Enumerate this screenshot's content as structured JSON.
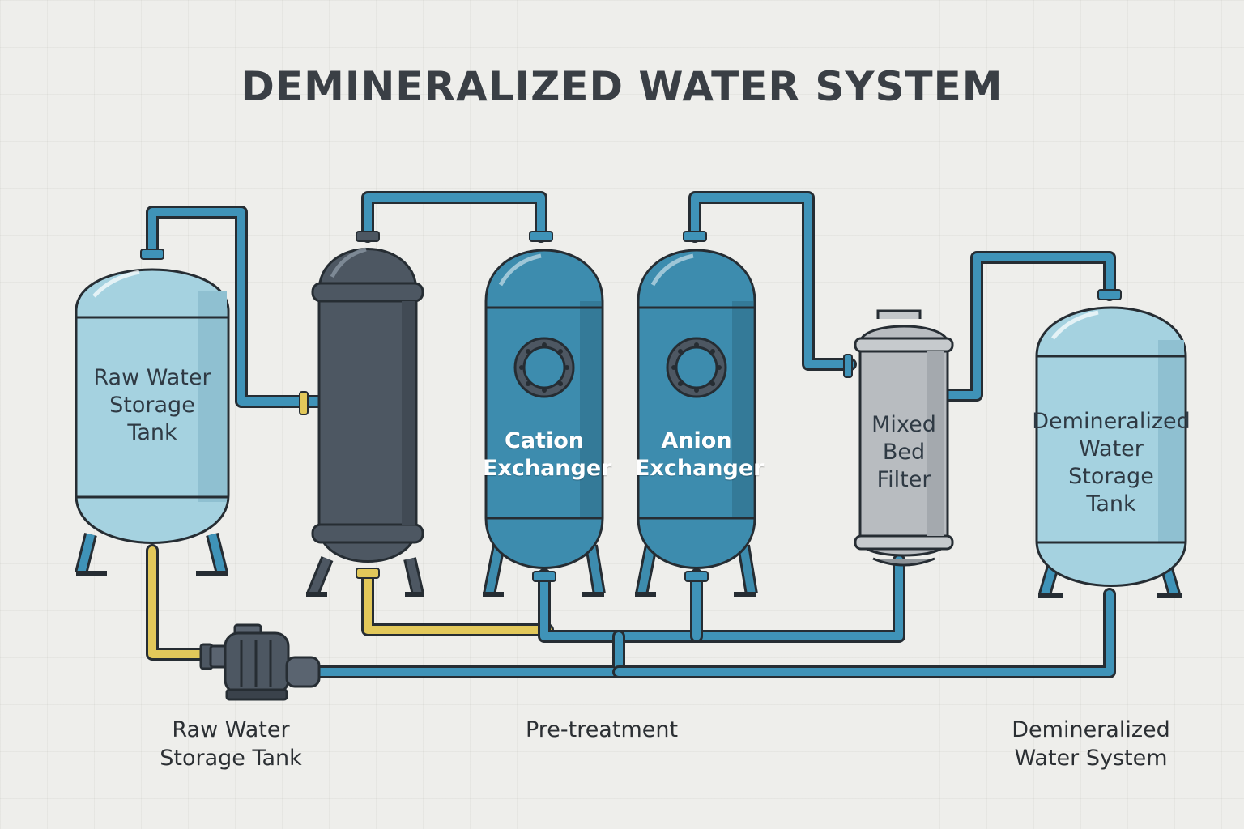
{
  "title": "DEMINERALIZED WATER SYSTEM",
  "components": {
    "raw_water_tank": "Raw Water\nStorage\nTank",
    "cation_exchanger": "Cation\nExchanger",
    "anion_exchanger": "Anion\nExchanger",
    "mixed_bed_filter": "Mixed\nBed\nFilter",
    "demin_tank": "Demineralized\nWater\nStorage\nTank"
  },
  "captions": {
    "left": "Raw Water\nStorage  Tank",
    "middle": "Pre-treatment",
    "right": "Demineralized\nWater System"
  },
  "colors": {
    "pipe_blue": "#3f93b8",
    "pipe_yellow": "#e2c85a",
    "tank_light": "#a5d2e0",
    "exchanger_blue": "#3d8cae",
    "filter_dark": "#4d5762",
    "mixed_bed_grey": "#b8bcc0",
    "outline": "#262d33"
  }
}
